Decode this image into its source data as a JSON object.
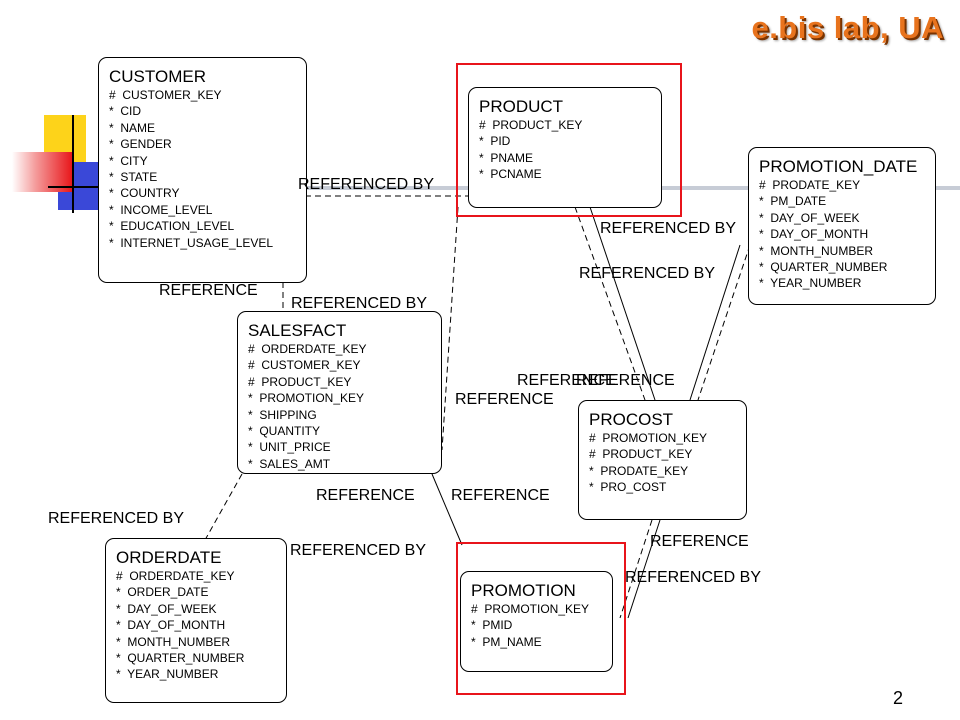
{
  "brand": "e.bis lab, UA",
  "page_number": "2",
  "colors": {
    "highlight": "#e8141b",
    "brand": "#e8731d"
  },
  "entities": {
    "customer": {
      "title": "CUSTOMER",
      "attrs": [
        "#  CUSTOMER_KEY",
        "*  CID",
        "*  NAME",
        "*  GENDER",
        "*  CITY",
        "*  STATE",
        "*  COUNTRY",
        "*  INCOME_LEVEL",
        "*  EDUCATION_LEVEL",
        "*  INTERNET_USAGE_LEVEL"
      ]
    },
    "product": {
      "title": "PRODUCT",
      "attrs": [
        "#  PRODUCT_KEY",
        "*  PID",
        "*  PNAME",
        "*  PCNAME"
      ]
    },
    "promotion_date": {
      "title": "PROMOTION_DATE",
      "attrs": [
        "#  PRODATE_KEY",
        "*  PM_DATE",
        "*  DAY_OF_WEEK",
        "*  DAY_OF_MONTH",
        "*  MONTH_NUMBER",
        "*  QUARTER_NUMBER",
        "*  YEAR_NUMBER"
      ]
    },
    "salesfact": {
      "title": "SALESFACT",
      "attrs": [
        "#  ORDERDATE_KEY",
        "#  CUSTOMER_KEY",
        "#  PRODUCT_KEY",
        "*  PROMOTION_KEY",
        "*  SHIPPING",
        "*  QUANTITY",
        "*  UNIT_PRICE",
        "*  SALES_AMT"
      ]
    },
    "procost": {
      "title": "PROCOST",
      "attrs": [
        "#  PROMOTION_KEY",
        "#  PRODUCT_KEY",
        "*  PRODATE_KEY",
        "*  PRO_COST"
      ]
    },
    "orderdate": {
      "title": "ORDERDATE",
      "attrs": [
        "#  ORDERDATE_KEY",
        "*  ORDER_DATE",
        "*  DAY_OF_WEEK",
        "*  DAY_OF_MONTH",
        "*  MONTH_NUMBER",
        "*  QUARTER_NUMBER",
        "*  YEAR_NUMBER"
      ]
    },
    "promotion": {
      "title": "PROMOTION",
      "attrs": [
        "#  PROMOTION_KEY",
        "*  PMID",
        "*  PM_NAME"
      ]
    }
  },
  "relations": {
    "referenced_by": "REFERENCED BY",
    "reference": "REFERENCE"
  }
}
